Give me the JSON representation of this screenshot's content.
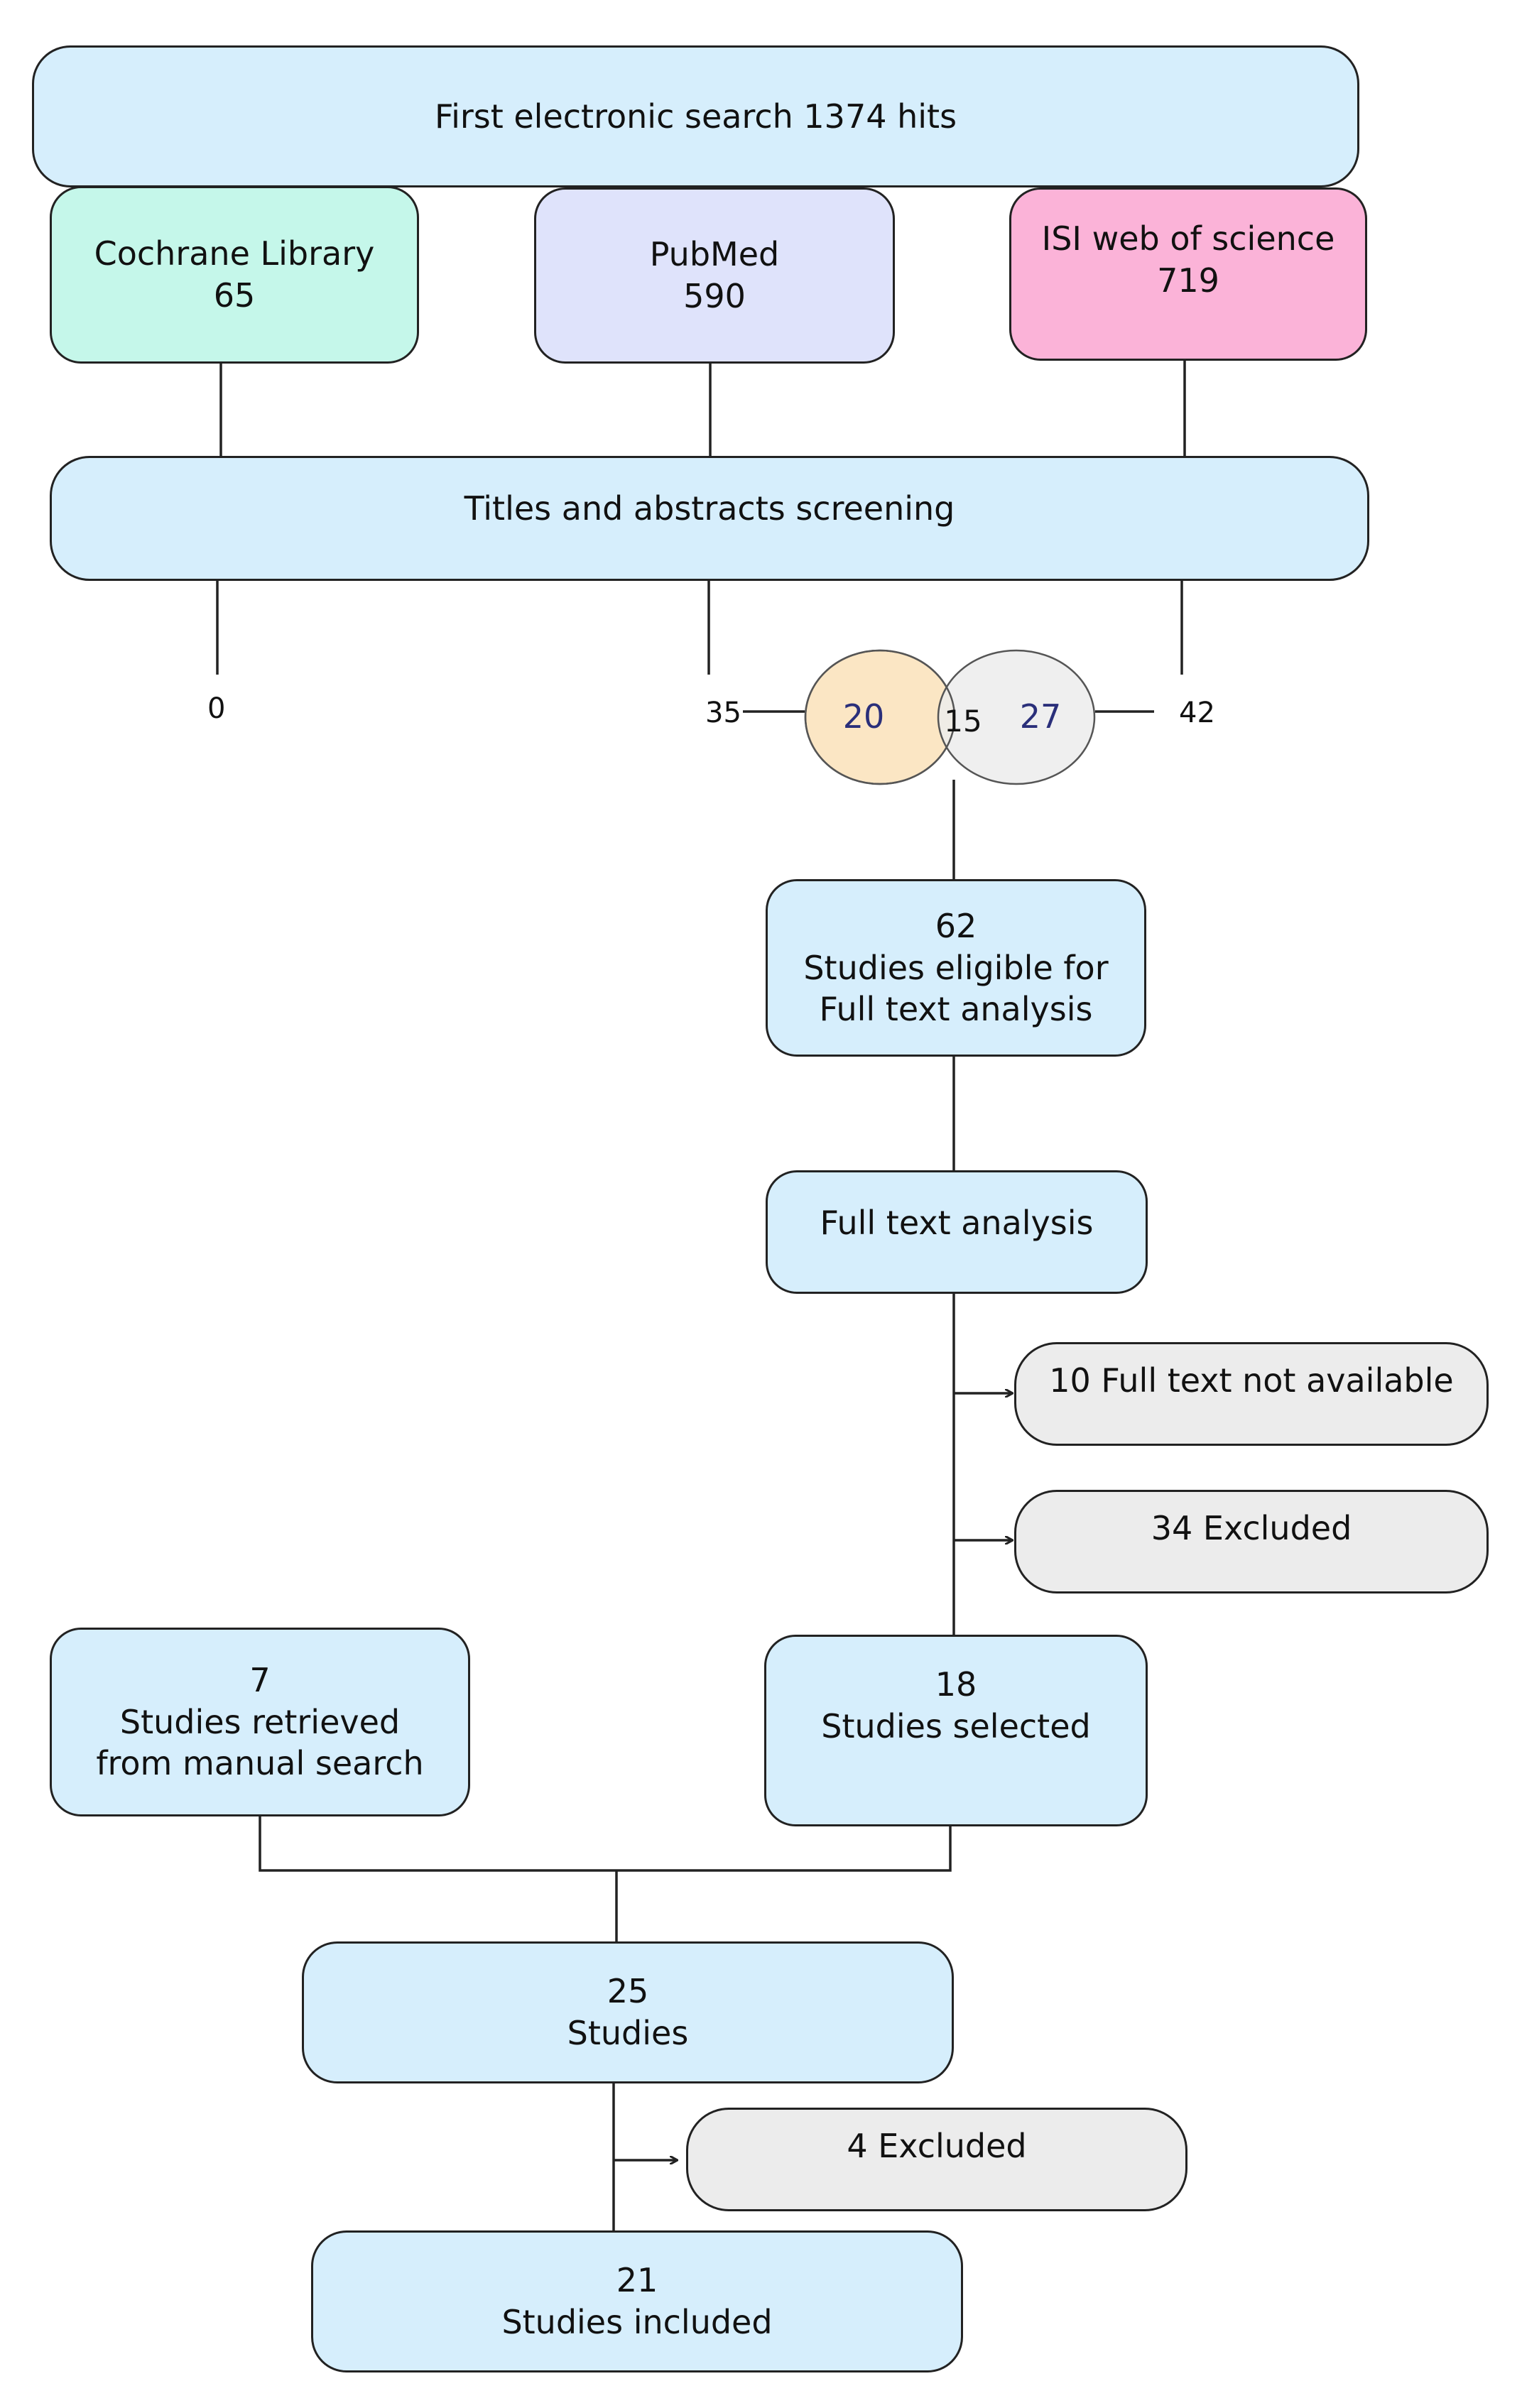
{
  "flow": {
    "search": {
      "lines": [
        "First electronic search 1374 hits"
      ]
    },
    "sources": {
      "cochrane": {
        "name": "Cochrane Library",
        "count": "65"
      },
      "pubmed": {
        "name": "PubMed",
        "count": "590"
      },
      "isi": {
        "name": "ISI web of science",
        "count": "719"
      }
    },
    "screening": {
      "label": "Titles and abstracts screening"
    },
    "screen_counts": {
      "cochrane": "0",
      "pubmed": "35",
      "isi": "42"
    },
    "venn": {
      "pubmed_only": "20",
      "overlap": "15",
      "isi_only": "27"
    },
    "eligible": {
      "count": "62",
      "line1": "Studies eligible for",
      "line2": "Full text analysis"
    },
    "full_text": {
      "label": "Full text analysis"
    },
    "excl_unavailable": {
      "label": "10 Full text not available"
    },
    "excl_34": {
      "label": "34 Excluded"
    },
    "selected": {
      "count": "18",
      "label": "Studies selected"
    },
    "manual": {
      "count": "7",
      "line1": "Studies retrieved",
      "line2": "from manual search"
    },
    "combined": {
      "count": "25",
      "label": "Studies"
    },
    "excl_4": {
      "label": "4 Excluded"
    },
    "included": {
      "count": "21",
      "label": "Studies included"
    }
  },
  "colors": {
    "blue_box": "#d6eefc",
    "cochrane_box": "#c5f7ea",
    "pubmed_box": "#dfe3fb",
    "isi_box": "#fbb3d8",
    "excluded_box": "#ececec",
    "venn_left": "#fbe6c4",
    "venn_right": "#ececec",
    "venn_number": "#2a2f7a"
  }
}
